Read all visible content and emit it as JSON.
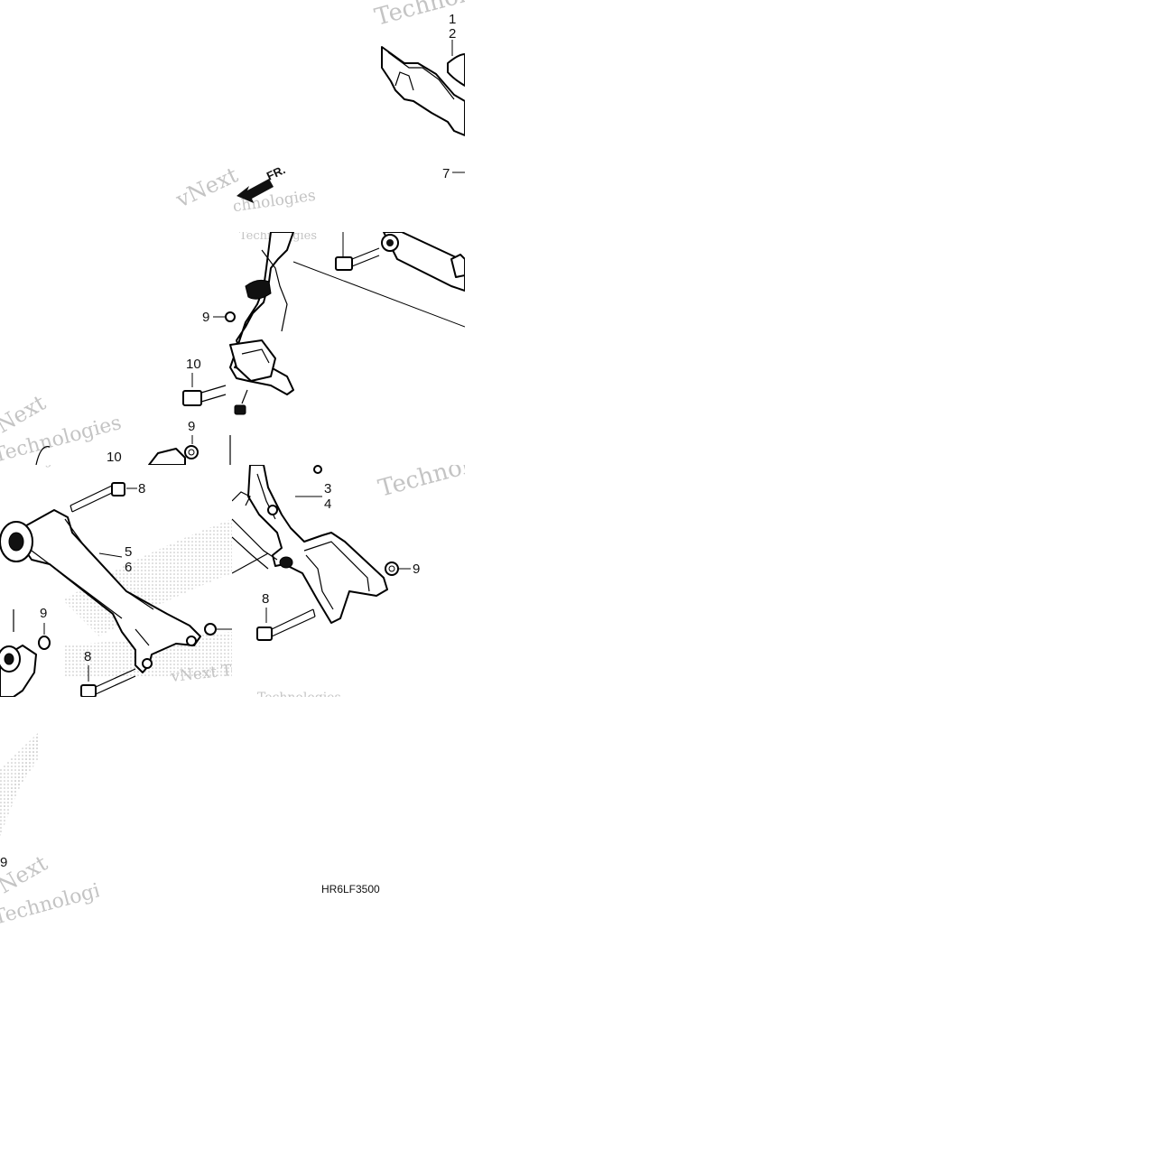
{
  "diagram": {
    "code": "HR6LF3500",
    "direction_label": "FR.",
    "watermark": {
      "brand": "vNext",
      "company": "Technologies",
      "full": "vNext Technologies"
    },
    "callouts": {
      "c1": "1",
      "c2": "2",
      "c3": "3",
      "c4": "4",
      "c5": "5",
      "c6": "6",
      "c7": "7",
      "c8a": "8",
      "c8b": "8",
      "c8c": "8",
      "c9a": "9",
      "c9b": "9",
      "c9c": "9",
      "c9d": "9",
      "c9e": "9",
      "c10a": "10",
      "c10b": "10"
    }
  }
}
